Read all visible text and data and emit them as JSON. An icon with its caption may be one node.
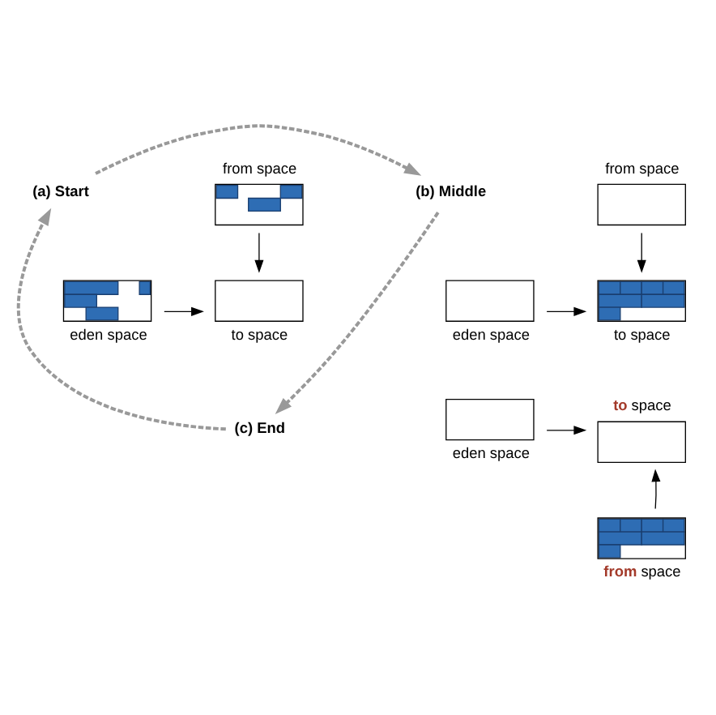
{
  "diagram": {
    "nodes": [
      {
        "text": [
          "(a) Start"
        ]
      },
      {
        "text": [],
        "shape": "box",
        "beside": [
          "from space"
        ]
      },
      {
        "text": [],
        "shape": "box",
        "beside": [
          "eden space"
        ]
      },
      {
        "text": [],
        "shape": "box",
        "beside": [
          "to space"
        ]
      },
      {
        "text": [
          "(b) Middle"
        ]
      },
      {
        "text": [],
        "shape": "box",
        "beside": [
          "from space"
        ]
      },
      {
        "text": [],
        "shape": "box",
        "beside": [
          "eden space"
        ]
      },
      {
        "text": [],
        "shape": "box",
        "beside": [
          "to space"
        ]
      },
      {
        "text": [
          "(c) End"
        ]
      },
      {
        "text": [],
        "shape": "box",
        "beside": [
          "**to** space"
        ]
      },
      {
        "text": [],
        "shape": "box",
        "beside": [
          "eden space"
        ]
      },
      {
        "text": [],
        "shape": "box",
        "beside": [
          "**from** space"
        ]
      }
    ],
    "edges": [
      {
        "from": 0,
        "to": 4,
        "arrow": "to",
        "style": "dashed",
        "color": "#999999"
      },
      {
        "from": 1,
        "to": 3,
        "arrow": "to"
      },
      {
        "from": 2,
        "to": 3,
        "arrow": "to"
      },
      {
        "from": 4,
        "to": 8,
        "arrow": "to",
        "style": "dashed",
        "color": "#999999"
      },
      {
        "from": 5,
        "to": 7,
        "arrow": "to"
      },
      {
        "from": 6,
        "to": 7,
        "arrow": "to"
      },
      {
        "from": 8,
        "to": 0,
        "arrow": "to",
        "style": "dashed",
        "color": "#999999"
      },
      {
        "from": 10,
        "to": 9,
        "arrow": "to"
      },
      {
        "from": 11,
        "to": 9,
        "arrow": "to"
      }
    ]
  }
}
